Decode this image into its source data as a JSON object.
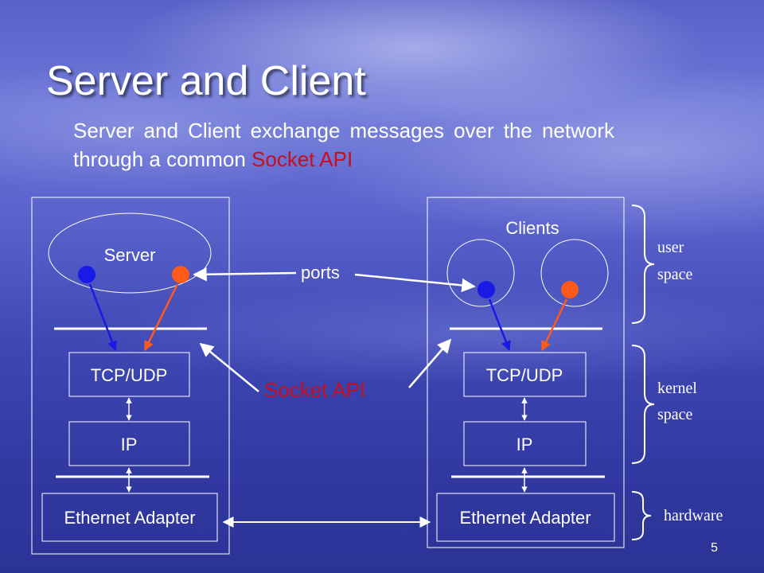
{
  "slide": {
    "title": "Server and Client",
    "subtitle_pre": "Server and Client exchange messages over the network through a common ",
    "subtitle_highlight": "Socket API",
    "page_number": "5"
  },
  "diagram": {
    "server": {
      "label": "Server",
      "tcp_udp": "TCP/UDP",
      "ip": "IP",
      "ethernet": "Ethernet Adapter"
    },
    "client": {
      "label": "Clients",
      "tcp_udp": "TCP/UDP",
      "ip": "IP",
      "ethernet": "Ethernet Adapter"
    },
    "ports_label": "ports",
    "socket_api_label": "Socket API",
    "sides": {
      "user_line1": "user",
      "user_line2": "space",
      "kernel_line1": "kernel",
      "kernel_line2": "space",
      "hardware": "hardware"
    },
    "colors": {
      "port_blue": "#1a1ae6",
      "port_orange": "#ff5a1a",
      "socket_api_red": "#c4101e"
    }
  }
}
